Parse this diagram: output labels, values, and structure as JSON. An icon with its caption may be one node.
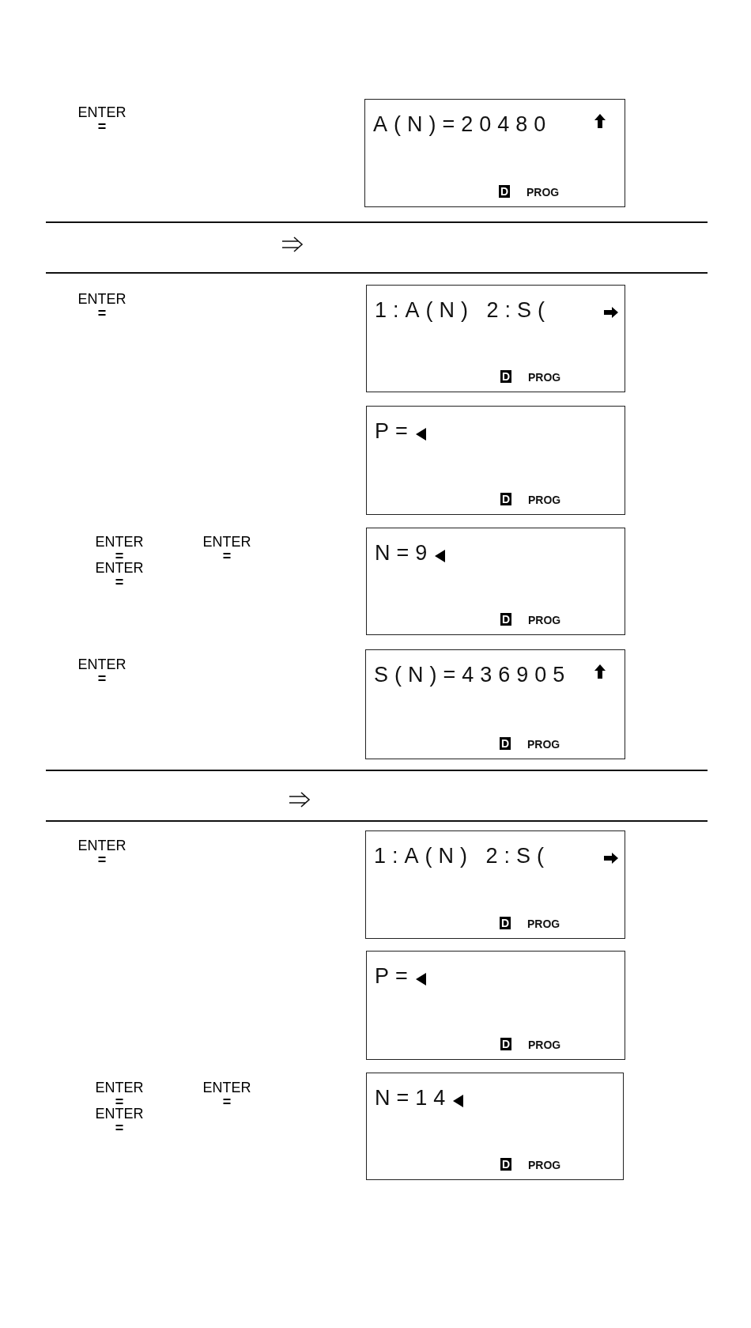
{
  "diagram": {
    "nodes": [
      {
        "text": [
          "A(N)=20480",
          "D",
          "PROG"
        ]
      },
      {
        "text": [
          "1:A(N) 2:S(",
          "D",
          "PROG"
        ]
      },
      {
        "text": [
          "P=",
          "D",
          "PROG"
        ]
      },
      {
        "text": [
          "N=9",
          "D",
          "PROG"
        ]
      },
      {
        "text": [
          "S(N)=436905",
          "D",
          "PROG"
        ]
      },
      {
        "text": [
          "1:A(N) 2:S(",
          "D",
          "PROG"
        ]
      },
      {
        "text": [
          "P=",
          "D",
          "PROG"
        ]
      },
      {
        "text": [
          "N=14",
          "D",
          "PROG"
        ]
      }
    ],
    "edges": [],
    "labels": [
      "ENTER",
      "=",
      "ENTER",
      "=",
      "ENTER",
      "=",
      "ENTER",
      "=",
      "ENTER",
      "=",
      "ENTER",
      "=",
      "ENTER",
      "=",
      "ENTER",
      "=",
      "ENTER",
      "=",
      "ENTER",
      "="
    ]
  }
}
